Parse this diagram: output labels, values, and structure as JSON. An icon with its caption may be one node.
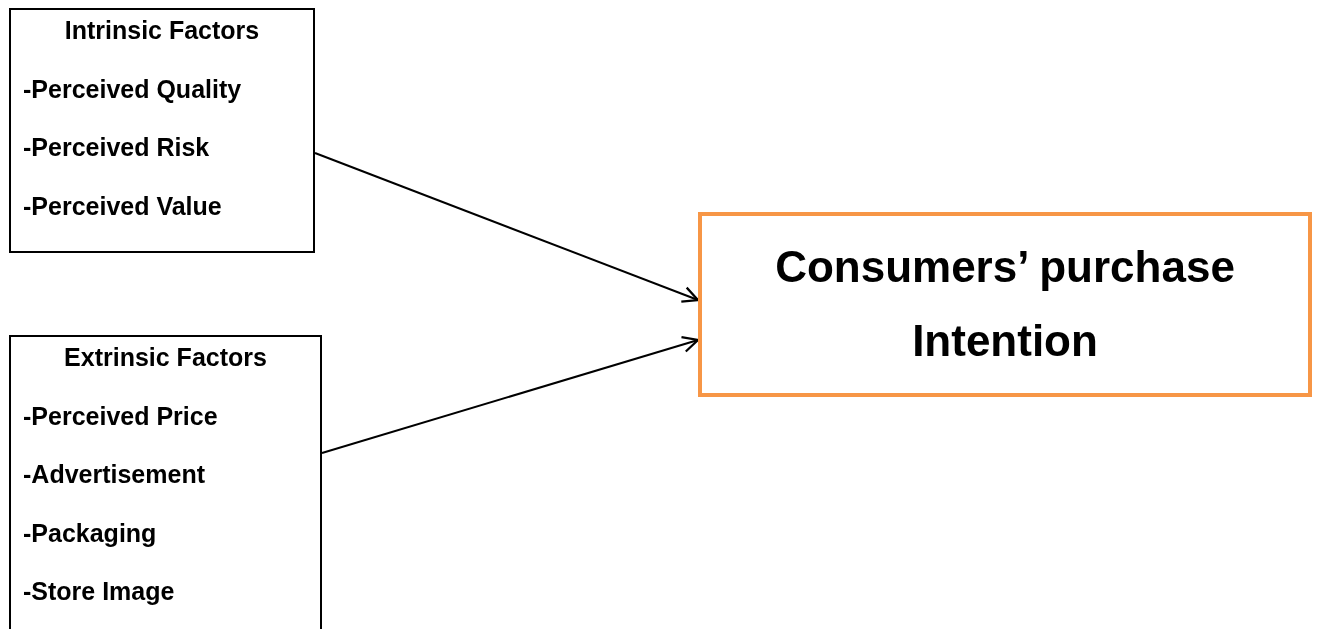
{
  "diagram": {
    "nodes": [
      {
        "text": [
          "Intrinsic Factors",
          "-Perceived Quality",
          "-Perceived Risk",
          "-Perceived Value"
        ]
      },
      {
        "text": [
          "Extrinsic Factors",
          "-Perceived Price",
          "-Advertisement",
          "-Packaging",
          "-Store Image"
        ]
      },
      {
        "text": [
          "Consumers’ purchase Intention"
        ]
      }
    ],
    "edges": [
      {
        "from": 0,
        "to": 2,
        "arrow": "to"
      },
      {
        "from": 1,
        "to": 2,
        "arrow": "to"
      }
    ]
  }
}
